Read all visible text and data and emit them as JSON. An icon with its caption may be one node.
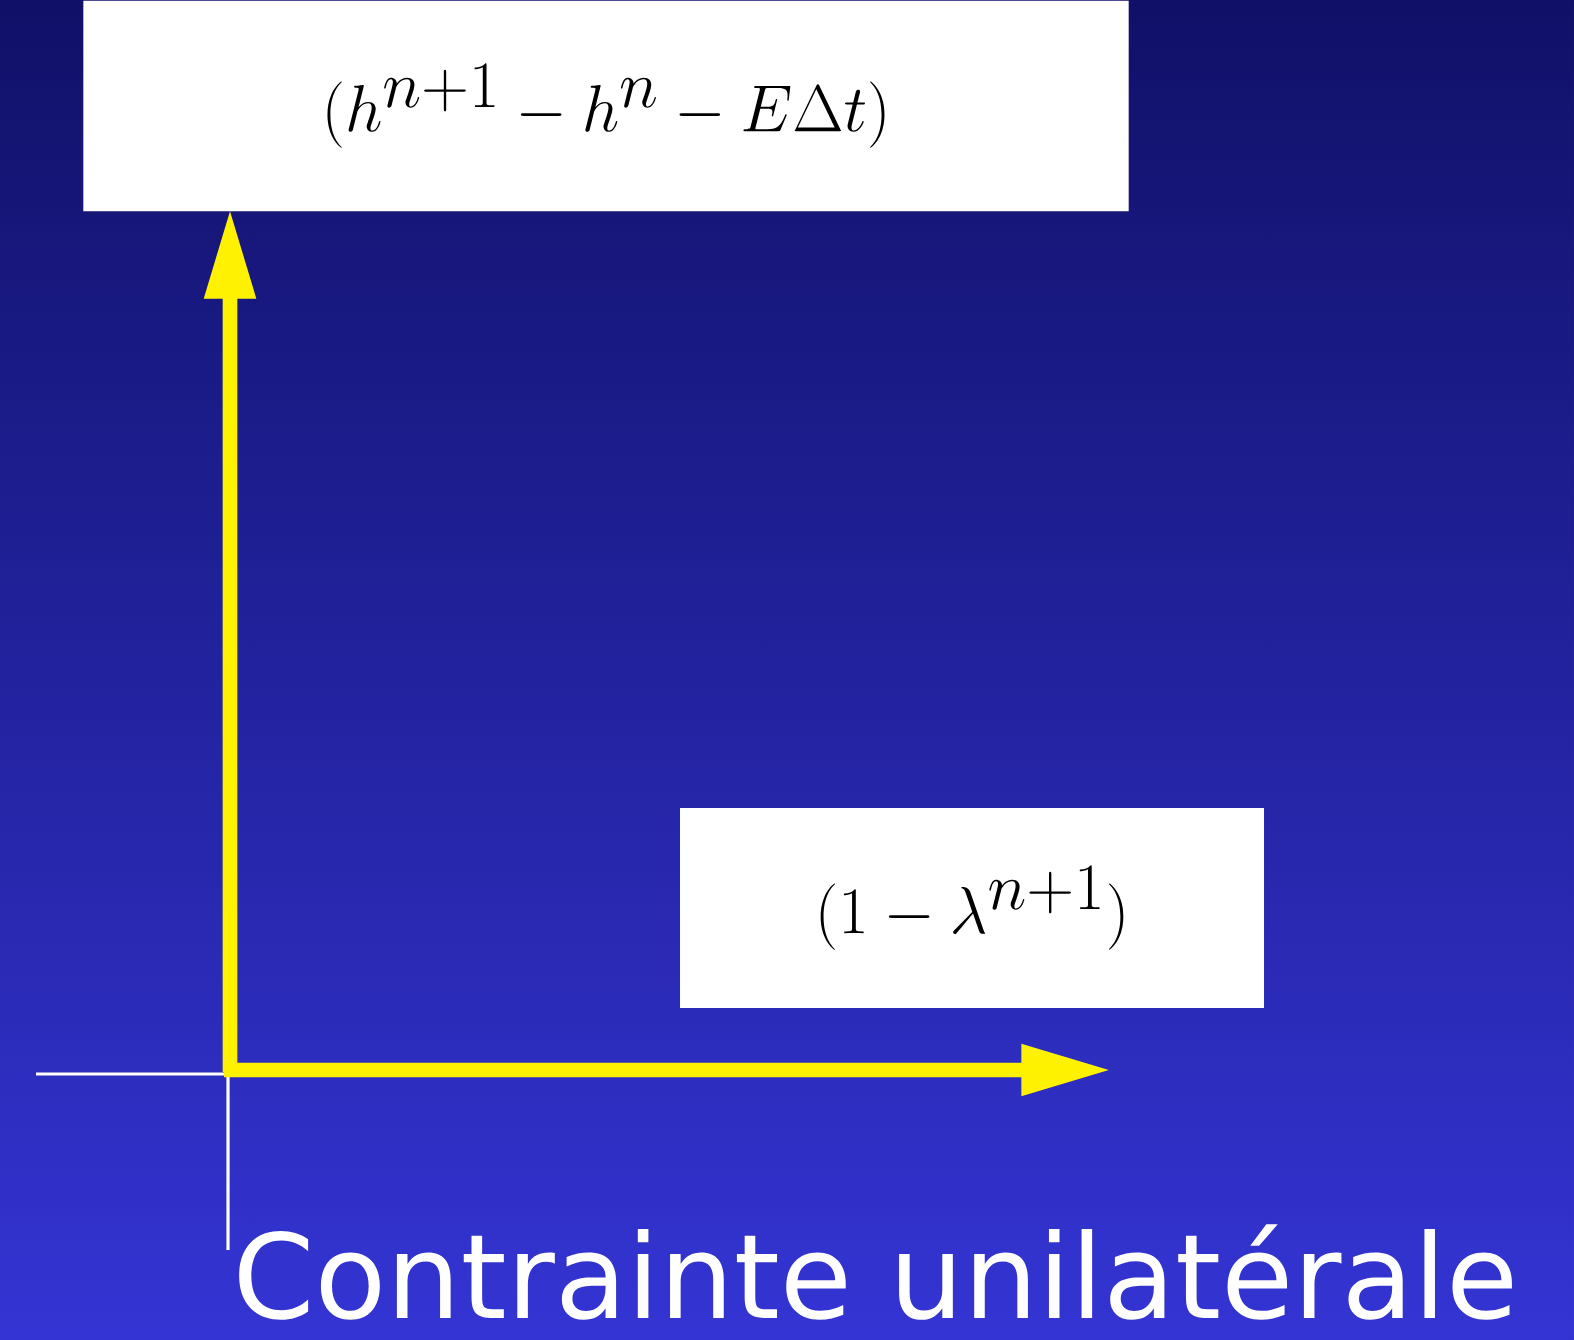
{
  "diagram": {
    "caption": "Contrainte unilatérale",
    "nodes": [
      {
        "text": [
          "(h^{n+1} - h^n - E\\Delta t)"
        ]
      },
      {
        "text": [
          "(1 - \\lambda^{n+1})"
        ]
      }
    ]
  }
}
